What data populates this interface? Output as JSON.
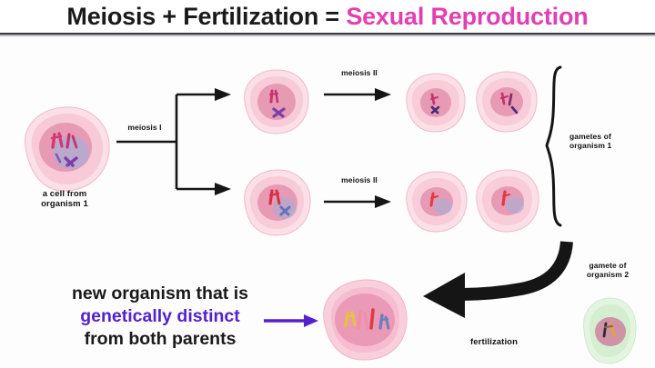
{
  "title": {
    "part_black": "Meiosis + Fertilization = ",
    "part_pink": "Sexual Reproduction",
    "accent_pink": "#e23fb0",
    "text_black": "#1a1a1a"
  },
  "labels": {
    "parent_cell": "a cell from\norganism 1",
    "meiosis_one": "meiosis I",
    "meiosis_two_top": "meiosis II",
    "meiosis_two_bottom": "meiosis II",
    "gametes_organism_one": "gametes of\norganism 1",
    "gamete_organism_two": "gamete of\norganism 2",
    "fertilization": "fertilization"
  },
  "statement": {
    "line1": "new organism that is",
    "line2": "genetically distinct",
    "line3": "from both parents",
    "highlight_color": "#5322cc"
  },
  "colors": {
    "cell_membrane": "#f7c6d4",
    "cell_cytoplasm": "#fbe0e8",
    "nucleus_pink": "#e79ab4",
    "nucleus_blue": "#a9aed4",
    "gamete_green_membrane": "#cfeccb",
    "gamete_green_cytoplasm": "#e3f5e0",
    "chromosome_magenta": "#d03a78",
    "chromosome_red": "#e03a46",
    "chromosome_purple": "#7b3fa8",
    "chromosome_blue": "#6d7fc0",
    "chromosome_yellow": "#e8c23a",
    "arrow_black": "#151515",
    "arrow_purple": "#5322cc"
  },
  "diagram": {
    "type": "biology-process-diagram",
    "stages": [
      {
        "name": "parent-cell",
        "label": "a cell from organism 1",
        "count": 1,
        "ploidy": "diploid"
      },
      {
        "name": "after-meiosis-i",
        "label": "meiosis I",
        "count": 2,
        "ploidy": "haploid"
      },
      {
        "name": "after-meiosis-ii",
        "label": "meiosis II",
        "count": 4,
        "ploidy": "haploid"
      },
      {
        "name": "gametes-organism-1",
        "label": "gametes of organism 1",
        "count": 4
      },
      {
        "name": "gamete-organism-2",
        "label": "gamete of organism 2",
        "count": 1
      },
      {
        "name": "zygote",
        "label": "new organism that is genetically distinct from both parents",
        "count": 1,
        "ploidy": "diploid"
      }
    ]
  }
}
